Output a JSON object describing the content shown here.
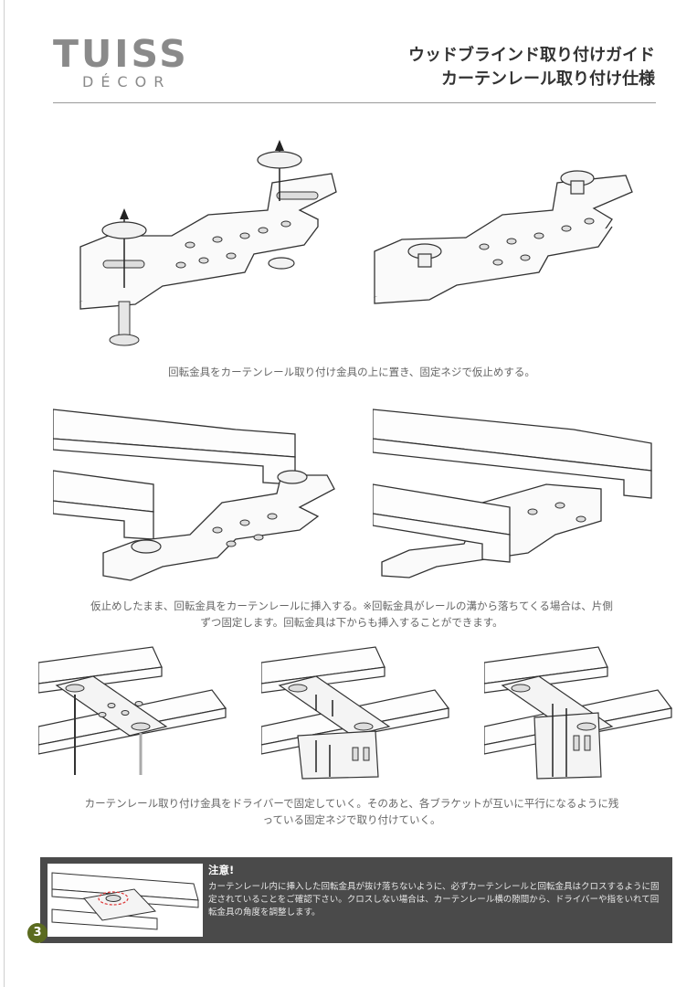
{
  "brand": {
    "name": "TUISS",
    "sub": "DÉCOR"
  },
  "header": {
    "title_line1": "ウッドブラインド取り付けガイド",
    "title_line2": "カーテンレール取り付け仕様"
  },
  "captions": {
    "step1": "回転金具をカーテンレール取り付け金具の上に置き、固定ネジで仮止めする。",
    "step2_line1": "仮止めしたまま、回転金具をカーテンレールに挿入する。※回転金具がレールの溝から落ちてくる場合は、片側",
    "step2_line2": "ずつ固定します。回転金具は下からも挿入することができます。",
    "step3_line1": "カーテンレール取り付け金具をドライバーで固定していく。そのあと、各ブラケットが互いに平行になるように残",
    "step3_line2": "っている固定ネジで取り付けていく。"
  },
  "notice": {
    "title": "注意!",
    "body": "カーテンレール内に挿入した回転金具が抜け落ちないように、必ずカーテンレールと回転金具はクロスするように固定されていることをご確認下さい。クロスしない場合は、カーテンレール横の隙間から、ドライバーや指をいれて回転金具の角度を調整します。"
  },
  "page_number": "3",
  "colors": {
    "badge": "#5b6b1f",
    "notice_bg": "#4a4a4a",
    "logo": "#8a8a8a"
  }
}
